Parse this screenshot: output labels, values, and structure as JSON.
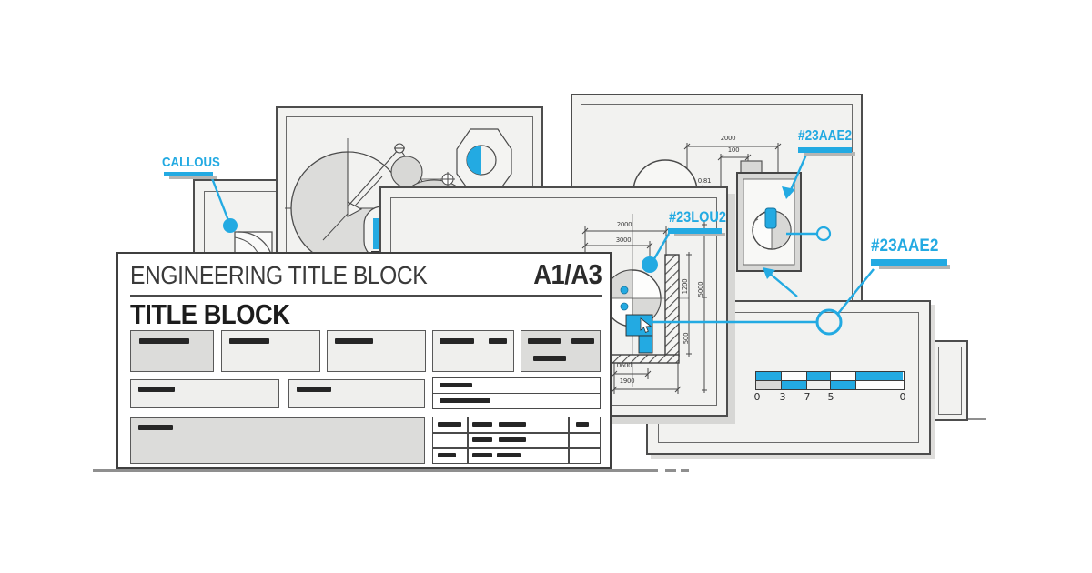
{
  "colors": {
    "accent": "#23AAE2",
    "paper": "#f2f2f0",
    "ink": "#2e2e2e"
  },
  "labels": {
    "callous": "CALLOUS",
    "hex_top": "#23AAE2",
    "hex_right": "#23AAE2",
    "lou": "#23LOU2"
  },
  "panel": {
    "header": "ENGINEERING TITLE BLOCK",
    "sheet_format": "A1/A3",
    "title": "TITLE BLOCK"
  },
  "dims": {
    "tr_width": "2000",
    "tr_offset": "100",
    "tr_small": "0.81",
    "lou_top_a": "2000",
    "lou_top_b": "3000",
    "lou_bottom_a": "0600",
    "lou_bottom_b": "1900",
    "lou_v_a": "1200",
    "lou_v_b": "5000",
    "lou_v_c": "500"
  },
  "scalebar": {
    "ticks": [
      "0",
      "3",
      "7",
      "5",
      "0"
    ]
  },
  "icons": {
    "cursor": "mouse-pointer",
    "leader_dot": "filled-dot",
    "leader_ring": "ring-target"
  }
}
